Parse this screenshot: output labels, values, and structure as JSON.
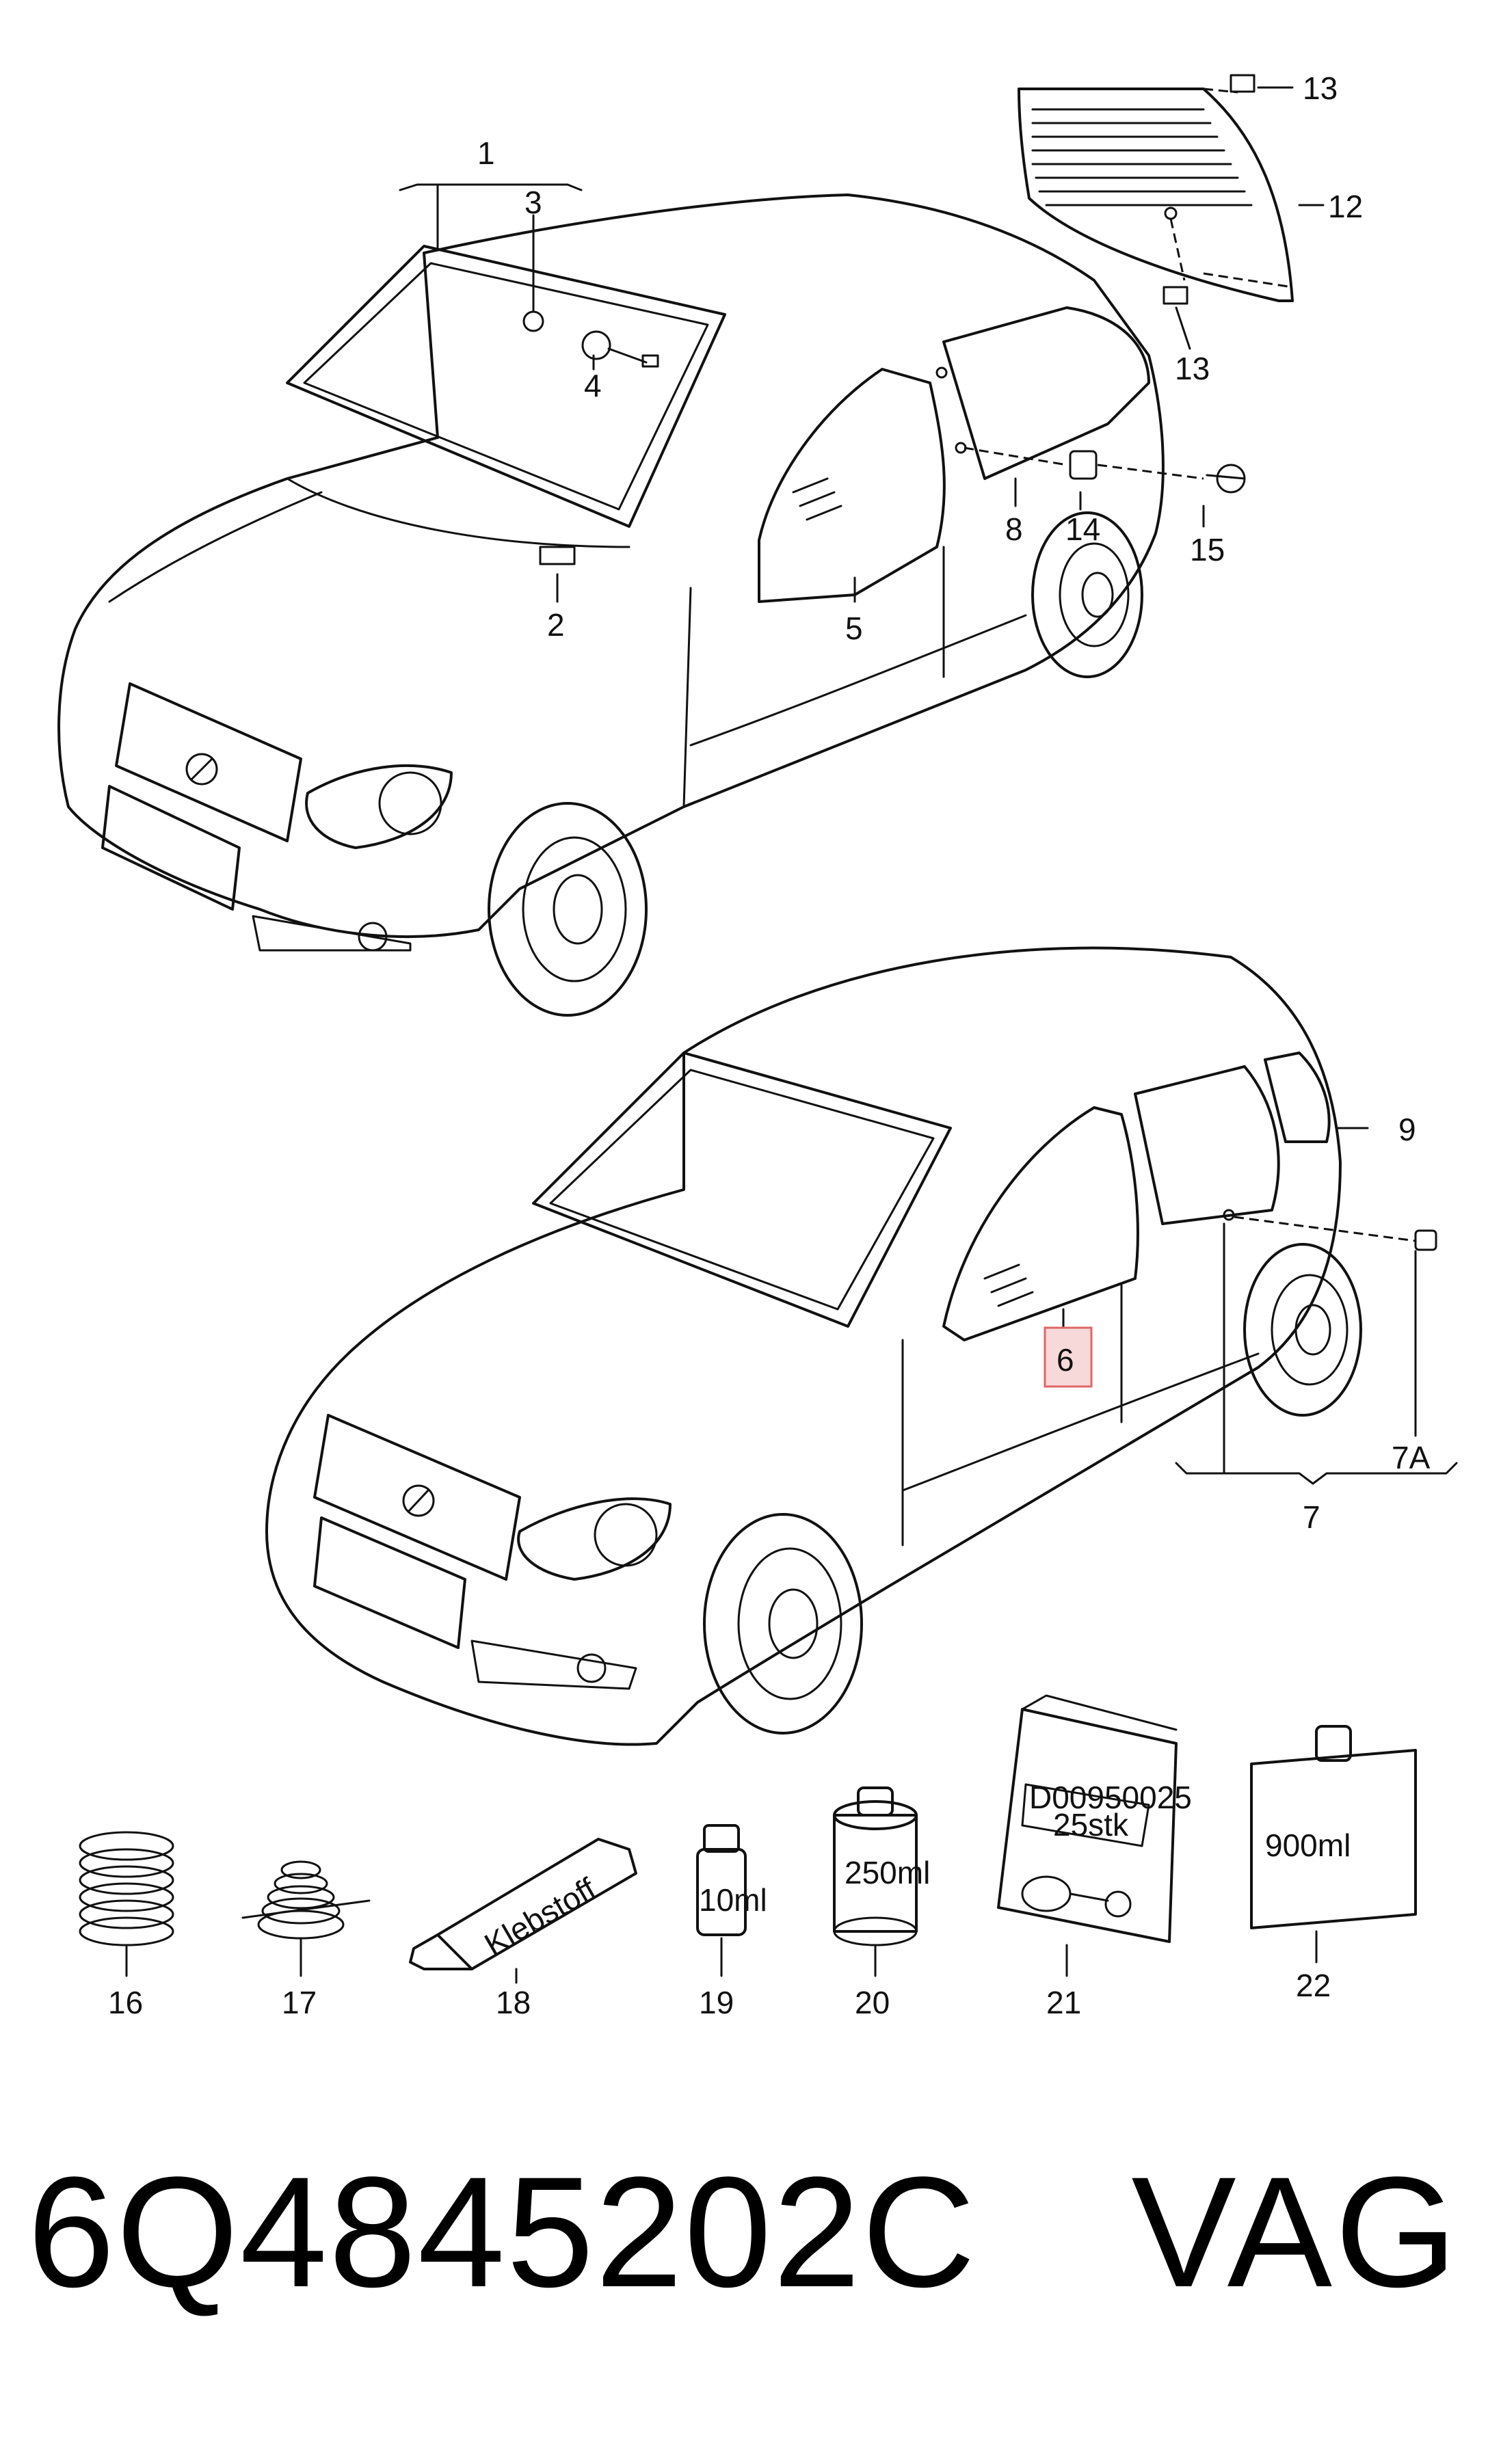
{
  "callouts": {
    "c1": "1",
    "c2": "2",
    "c3": "3",
    "c4": "4",
    "c5": "5",
    "c6": "6",
    "c7": "7",
    "c7a": "7A",
    "c8": "8",
    "c9": "9",
    "c12": "12",
    "c13_top": "13",
    "c13_bottom": "13",
    "c14": "14",
    "c15": "15",
    "c16": "16",
    "c17": "17",
    "c18": "18",
    "c19": "19",
    "c20": "20",
    "c21": "21",
    "c22": "22"
  },
  "containers": {
    "tube_label": "Klebstoff",
    "bottle_small": "10ml",
    "can_label": "250ml",
    "bag_code": "D00950025",
    "bag_qty": "25stk",
    "canister_label": "900ml"
  },
  "highlight": {
    "callout": "6",
    "color": "#e06666"
  },
  "footer": {
    "part_number": "6Q4845202C",
    "brand": "VAG"
  }
}
